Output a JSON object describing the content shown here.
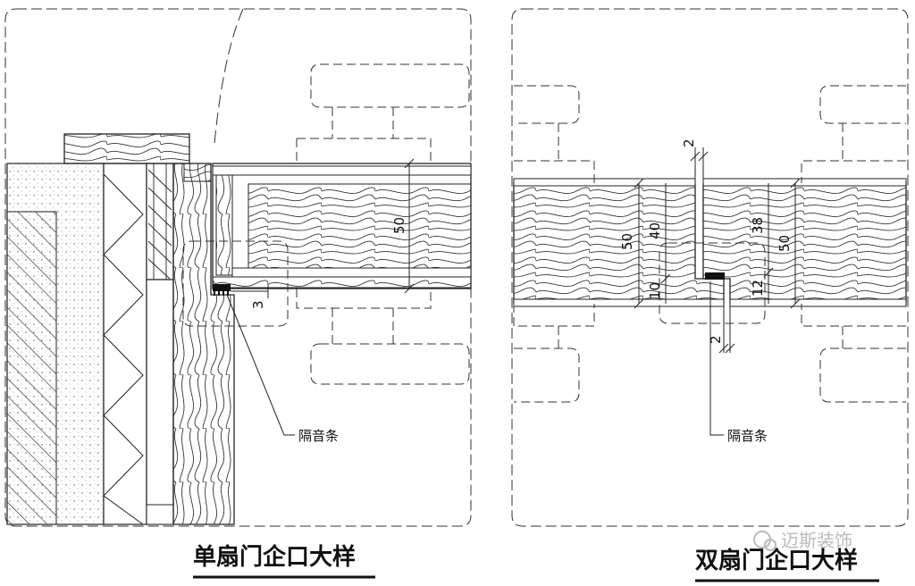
{
  "left_panel": {
    "title": "单扇门企口大样",
    "callout": "隔音条",
    "dim_50": "50",
    "dim_3": "3"
  },
  "right_panel": {
    "title": "双扇门企口大样",
    "callout": "隔音条",
    "dim_50_left": "50",
    "dim_40": "40",
    "dim_10": "10",
    "dim_38": "38",
    "dim_50_right": "50",
    "dim_12": "12",
    "dim_2_top": "2",
    "dim_2_bottom": "2"
  },
  "watermark": "迈斯装饰"
}
